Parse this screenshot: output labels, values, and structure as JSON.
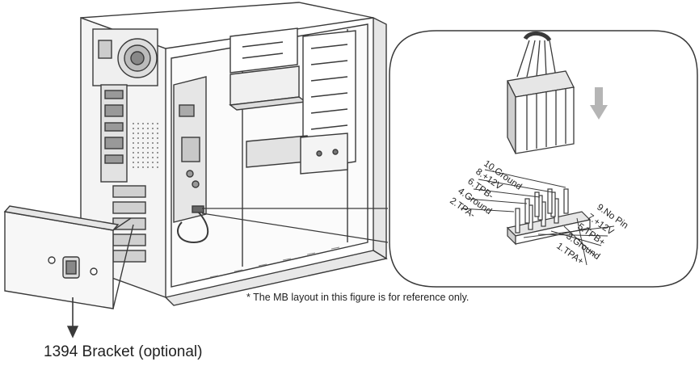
{
  "note": "* The MB layout in this figure is for reference only.",
  "bracket_label": "1394 Bracket (optional)",
  "pin_labels_left": [
    "10.Ground",
    "8.+12V",
    "6.TPB-",
    "4.Ground",
    "2.TPA-"
  ],
  "pin_labels_right": [
    "9.No Pin",
    "7.+12V",
    "5.TPB+",
    "3.Ground",
    "1.TPA+"
  ],
  "colors": {
    "line": "#3a3a3a",
    "panel_fill": "#ffffff",
    "shade": "#d9d9d9",
    "dark": "#555555"
  }
}
